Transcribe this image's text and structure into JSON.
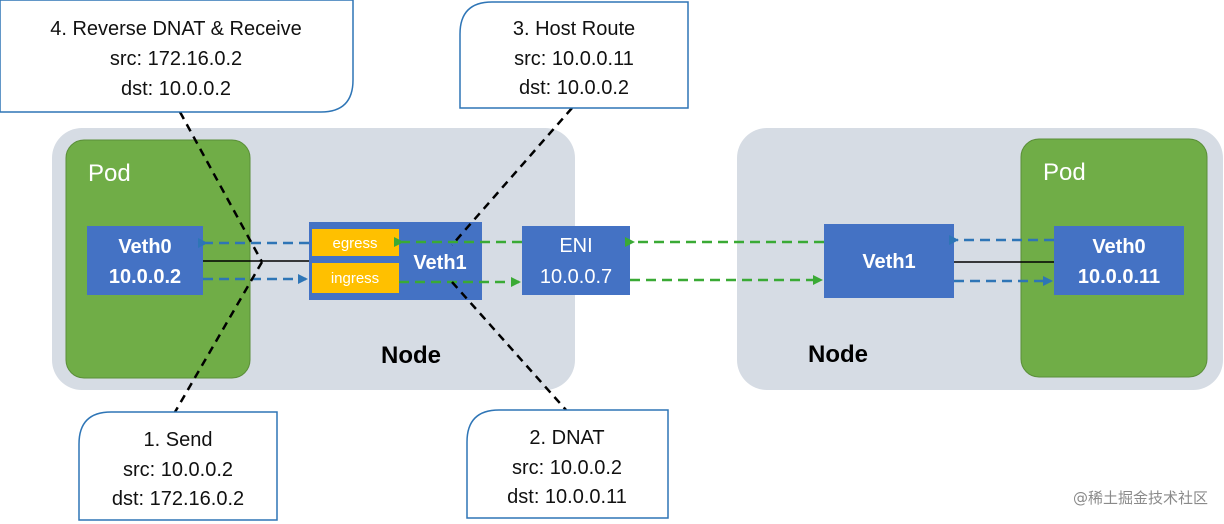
{
  "nodes": {
    "left": {
      "label": "Node"
    },
    "right": {
      "label": "Node"
    }
  },
  "pods": {
    "left": {
      "label": "Pod"
    },
    "right": {
      "label": "Pod"
    }
  },
  "left_veth0": {
    "name": "Veth0",
    "ip": "10.0.0.2"
  },
  "left_veth1": {
    "name": "Veth1",
    "egress": "egress",
    "ingress": "ingress"
  },
  "eni": {
    "name": "ENI",
    "ip": "10.0.0.7"
  },
  "right_veth1": {
    "name": "Veth1"
  },
  "right_veth0": {
    "name": "Veth0",
    "ip": "10.0.0.11"
  },
  "callouts": {
    "step1": {
      "title": "1. Send",
      "src": "src: 10.0.0.2",
      "dst": "dst: 172.16.0.2"
    },
    "step2": {
      "title": "2. DNAT",
      "src": "src: 10.0.0.2",
      "dst": "dst: 10.0.0.11"
    },
    "step3": {
      "title": "3. Host Route",
      "src": "src: 10.0.0.11",
      "dst": "dst: 10.0.0.2"
    },
    "step4": {
      "title": "4. Reverse DNAT & Receive",
      "src": "src: 172.16.0.2",
      "dst": "dst: 10.0.0.2"
    }
  },
  "watermark": "@稀土掘金技术社区",
  "colors": {
    "node_bg": "#d6dce4",
    "pod_green": "#70ad47",
    "box_blue": "#4472c4",
    "tag_yellow": "#ffc000",
    "arrow_blue": "#4472c4",
    "arrow_green": "#3aaa35"
  }
}
